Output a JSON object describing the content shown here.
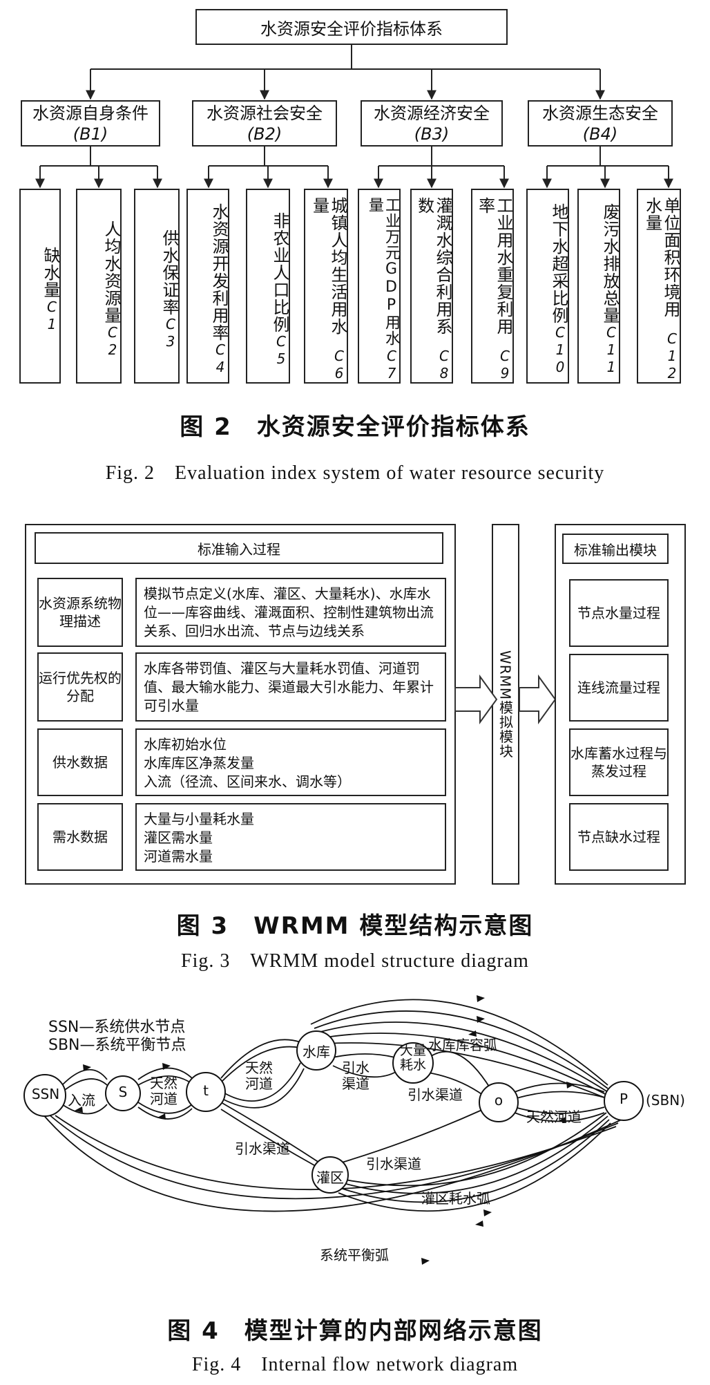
{
  "fig2": {
    "root": "水资源安全评价指标体系",
    "groups": [
      {
        "name": "水资源自身条件",
        "code": "(B1)"
      },
      {
        "name": "水资源社会安全",
        "code": "(B2)"
      },
      {
        "name": "水资源经济安全",
        "code": "(B3)"
      },
      {
        "name": "水资源生态安全",
        "code": "(B4)"
      }
    ],
    "indicators": [
      {
        "text": "缺水量",
        "code": "C1"
      },
      {
        "text": "人均水资源量",
        "code": "C2"
      },
      {
        "text": "供水保证率",
        "code": "C3"
      },
      {
        "text": "水资源开发利用率",
        "code": "C4"
      },
      {
        "text": "非农业人口比例",
        "code": "C5"
      },
      {
        "text": "城镇人均生活用水量",
        "code": "C6"
      },
      {
        "text": "工业万元GDP用水量",
        "code": "C7"
      },
      {
        "text": "灌溉水综合利用系数",
        "code": "C8"
      },
      {
        "text": "工业用水重复利用率",
        "code": "C9"
      },
      {
        "text": "地下水超采比例",
        "code": "C10"
      },
      {
        "text": "废污水排放总量",
        "code": "C11"
      },
      {
        "text": "单位面积环境用水量",
        "code": "C12"
      }
    ],
    "caption_cn": "图 2　水资源安全评价指标体系",
    "caption_en": "Fig. 2　Evaluation index system of water resource security"
  },
  "fig3": {
    "input_title": "标准输入过程",
    "rows": [
      {
        "label": "水资源系统物理描述",
        "text": "模拟节点定义(水库、灌区、大量耗水)、水库水位——库容曲线、灌溉面积、控制性建筑物出流关系、回归水出流、节点与边线关系"
      },
      {
        "label": "运行优先权的分配",
        "text": "水库各带罚值、灌区与大量耗水罚值、河道罚值、最大输水能力、渠道最大引水能力、年累计可引水量"
      },
      {
        "label": "供水数据",
        "text": "水库初始水位\n水库库区净蒸发量\n入流（径流、区间来水、调水等）"
      },
      {
        "label": "需水数据",
        "text": "大量与小量耗水量\n灌区需水量\n河道需水量"
      }
    ],
    "module": "WRMM模拟模块",
    "output_title": "标准输出模块",
    "outputs": [
      "节点水量过程",
      "连线流量过程",
      "水库蓄水过程与蒸发过程",
      "节点缺水过程"
    ],
    "caption_cn": "图 3　WRMM 模型结构示意图",
    "caption_en": "Fig. 3　WRMM model structure diagram"
  },
  "fig4": {
    "legend1": "SSN—系统供水节点",
    "legend2": "SBN—系统平衡节点",
    "nodes": {
      "ssn": "SSN",
      "s": "S",
      "t": "t",
      "reservoir": "水库",
      "bigcons": "大量耗水",
      "o": "o",
      "irrig": "灌区",
      "p": "P",
      "sbn": "(SBN)"
    },
    "labels": {
      "inflow": "入流",
      "natural_river_1": "天然河道",
      "natural_river_2": "天然河道",
      "natural_river_3": "天然河道",
      "diversion_1": "引水渠道",
      "diversion_2": "引水渠道",
      "diversion_3": "引水渠道",
      "diversion_4": "引水渠道",
      "storage_arc": "水库库容弧",
      "irrig_arc": "灌区耗水弧",
      "balance_arc": "系统平衡弧"
    },
    "caption_cn": "图 4　模型计算的内部网络示意图",
    "caption_en": "Fig. 4　Internal flow network diagram"
  }
}
